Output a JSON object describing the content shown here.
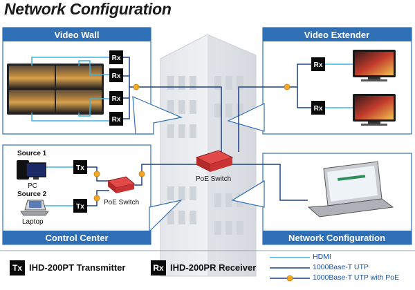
{
  "title": "Network Configuration",
  "panels": {
    "video_wall": "Video Wall",
    "video_extender": "Video Extender",
    "control_center": "Control Center",
    "network_configuration": "Network Configuration"
  },
  "nodes": {
    "rx": "Rx",
    "tx": "Tx",
    "poe_switch": "PoE Switch",
    "source1": "Source 1",
    "source2": "Source 2",
    "pc": "PC",
    "laptop": "Laptop"
  },
  "legend": {
    "tx_box": "Tx",
    "tx_label": "IHD-200PT Transmitter",
    "rx_box": "Rx",
    "rx_label": "IHD-200PR Receiver",
    "lines": [
      "HDMI",
      "1000Base-T UTP",
      "1000Base-T UTP with PoE"
    ]
  },
  "colors": {
    "panel_header": "#2f6fb6",
    "hdmi_line": "#39b3e6",
    "utp_line": "#1c3f8c",
    "poe_dot": "#f5a623",
    "switch": "#d93030"
  }
}
